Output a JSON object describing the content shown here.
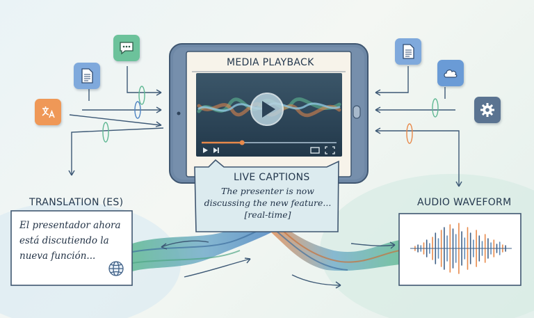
{
  "device": {
    "screen_title": "MEDIA PLAYBACK",
    "player": {
      "progress_fraction": 0.3
    }
  },
  "captions": {
    "title": "LIVE CAPTIONS",
    "lines": [
      "The presenter is now",
      "discussing the new feature...",
      "[real-time]"
    ]
  },
  "translation": {
    "title": "TRANSLATION (ES)",
    "lines": [
      "El presentador ahora",
      "está discutiendo la",
      "nueva función..."
    ]
  },
  "waveform": {
    "title": "AUDIO WAVEFORM"
  },
  "icons": {
    "left": [
      "chat-icon",
      "document-icon",
      "translate-icon"
    ],
    "right": [
      "document-icon",
      "cloud-icon",
      "gear-icon"
    ]
  },
  "colors": {
    "frame": "#5a7391",
    "screen_dark": "#2d4558",
    "accent_orange": "#e8894a",
    "accent_green": "#5fb893",
    "accent_blue": "#6a9bd6"
  }
}
